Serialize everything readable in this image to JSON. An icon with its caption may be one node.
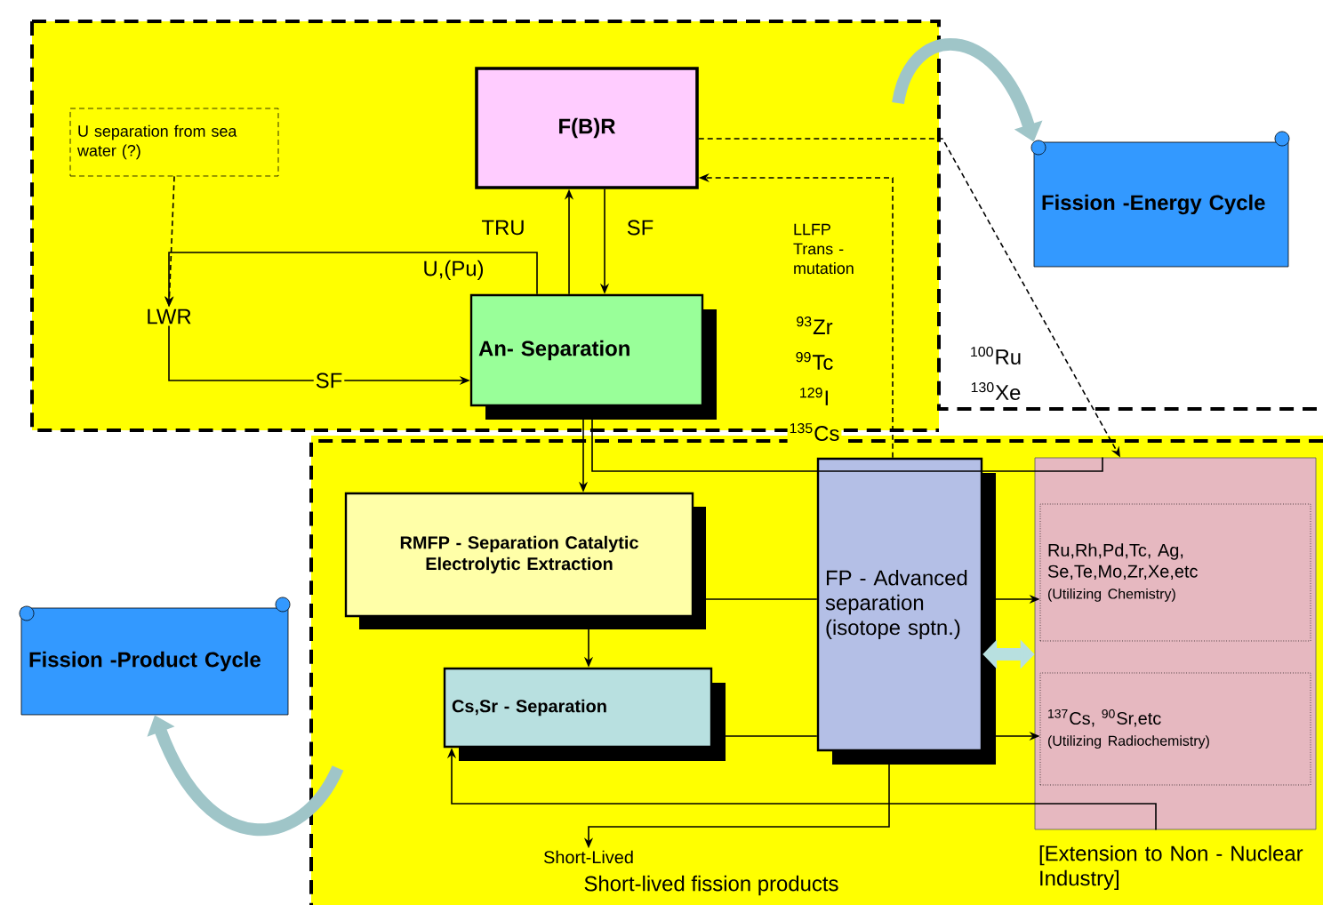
{
  "diagram": {
    "nodes": [
      {
        "text": [
          "F(B)R"
        ]
      },
      {
        "text": [
          "U separation from sea water (?)"
        ]
      },
      {
        "text": [
          "LWR"
        ]
      },
      {
        "text": [
          "An- Separation"
        ]
      },
      {
        "text": [
          "Fission -Energy Cycle"
        ]
      },
      {
        "text": [
          "RMFP - Separation Catalytic Electrolytic Extraction"
        ]
      },
      {
        "text": [
          "Cs,Sr - Separation"
        ]
      },
      {
        "text": [
          "FP - Advanced separation (isotope sptn.)"
        ]
      },
      {
        "text": [],
        "shape": "box",
        "beside": [
          "[Extension to Non - Nuclear Industry]"
        ]
      },
      {
        "text": [
          "Ru,Rh,Pd,Tc, Ag, Se,Te,Mo,Zr,Xe,etc",
          "(Utilizing Chemistry)"
        ],
        "in": 8
      },
      {
        "text": [
          "$^{137}$Cs, $^{90}$Sr,etc",
          "(Utilizing Radiochemistry)"
        ],
        "in": 8
      },
      {
        "text": [
          "Fission -Product Cycle"
        ]
      },
      {
        "text": [
          "Short-Lived"
        ]
      }
    ],
    "edges": [
      {
        "from": 1,
        "to": 2,
        "arrow": "to",
        "style": "dashed"
      },
      {
        "from": 2,
        "to": 3,
        "arrow": "to",
        "label": "SF"
      },
      {
        "from": 3,
        "to": 2,
        "arrow": "to",
        "label": "U,(Pu)"
      },
      {
        "from": 3,
        "to": 0,
        "arrow": "to",
        "label": "TRU"
      },
      {
        "from": 0,
        "to": 3,
        "arrow": "to",
        "label": "SF"
      },
      {
        "from": 3,
        "to": 5,
        "arrow": "to"
      },
      {
        "from": 3,
        "to": 8,
        "arrow": "none"
      },
      {
        "from": 5,
        "to": 6,
        "arrow": "to"
      },
      {
        "from": 5,
        "to": 7,
        "arrow": "none"
      },
      {
        "from": 7,
        "to": 9,
        "arrow": "to"
      },
      {
        "from": 6,
        "to": 7,
        "arrow": "none"
      },
      {
        "from": 7,
        "to": 10,
        "arrow": "to"
      },
      {
        "from": 7,
        "to": 8,
        "arrow": "both",
        "style": "thick",
        "color": "#b8e0e0"
      },
      {
        "from": 7,
        "to": 0,
        "arrow": "to",
        "style": "dashed",
        "label": "LLFP Trans - mutation"
      },
      {
        "from": 0,
        "to": 8,
        "arrow": "to",
        "style": "dashed"
      },
      {
        "from": 8,
        "to": 6,
        "arrow": "to"
      },
      {
        "from": 7,
        "to": 12,
        "arrow": "to"
      },
      {
        "from": null,
        "to": 4,
        "arrow": "to",
        "style": "thick",
        "color": "#9fc5c8"
      },
      {
        "from": null,
        "to": 11,
        "arrow": "to",
        "style": "thick",
        "color": "#9fc5c8"
      }
    ],
    "labels": [
      "$^{93}$Zr",
      "$^{99}$Tc",
      "$^{129}$I",
      "$^{135}$Cs",
      "$^{100}$Ru",
      "$^{130}$Xe",
      "Short-lived fission products"
    ]
  }
}
